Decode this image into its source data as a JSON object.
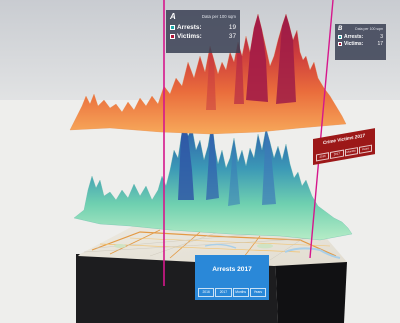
{
  "colors": {
    "sky_top": "#c9ccd1",
    "sky_bottom": "#f4f4f2",
    "ground": "#e6e6e6",
    "base_box": "#1d1d1f",
    "map_road_orange": "#e39a45",
    "map_water": "#a9cfe8",
    "marker_pink": "#d6178c",
    "victims_low": "#f7a95a",
    "victims_high": "#a31c47",
    "arrests_low": "#a7e3bf",
    "arrests_high": "#2e63b1",
    "arrests_swatch": "#1fa6a8",
    "victims_swatch": "#b0173a",
    "panel_bg": "#3a4054",
    "victims_card_bg": "#9c1818",
    "arrests_card_bg": "#2a88d8"
  },
  "panel_a": {
    "letter": "A",
    "caption": "Data per 100 sqm",
    "arrests_label": "Arrests:",
    "arrests_value": "19",
    "victims_label": "Victims:",
    "victims_value": "37"
  },
  "panel_b": {
    "letter": "B",
    "caption": "Data per 100 sqm",
    "arrests_label": "Arrests:",
    "arrests_value": "3",
    "victims_label": "Victims:",
    "victims_value": "17"
  },
  "victims_card": {
    "title": "Crime Victims 2017",
    "controls": [
      "2016",
      "2017",
      "Months",
      "Years"
    ]
  },
  "arrests_card": {
    "title": "Arrests 2017",
    "controls": [
      "2016",
      "2017",
      "Months",
      "Years"
    ]
  },
  "icons": {
    "swatch_arrests": "teal-square-icon",
    "swatch_victims": "red-square-icon"
  }
}
